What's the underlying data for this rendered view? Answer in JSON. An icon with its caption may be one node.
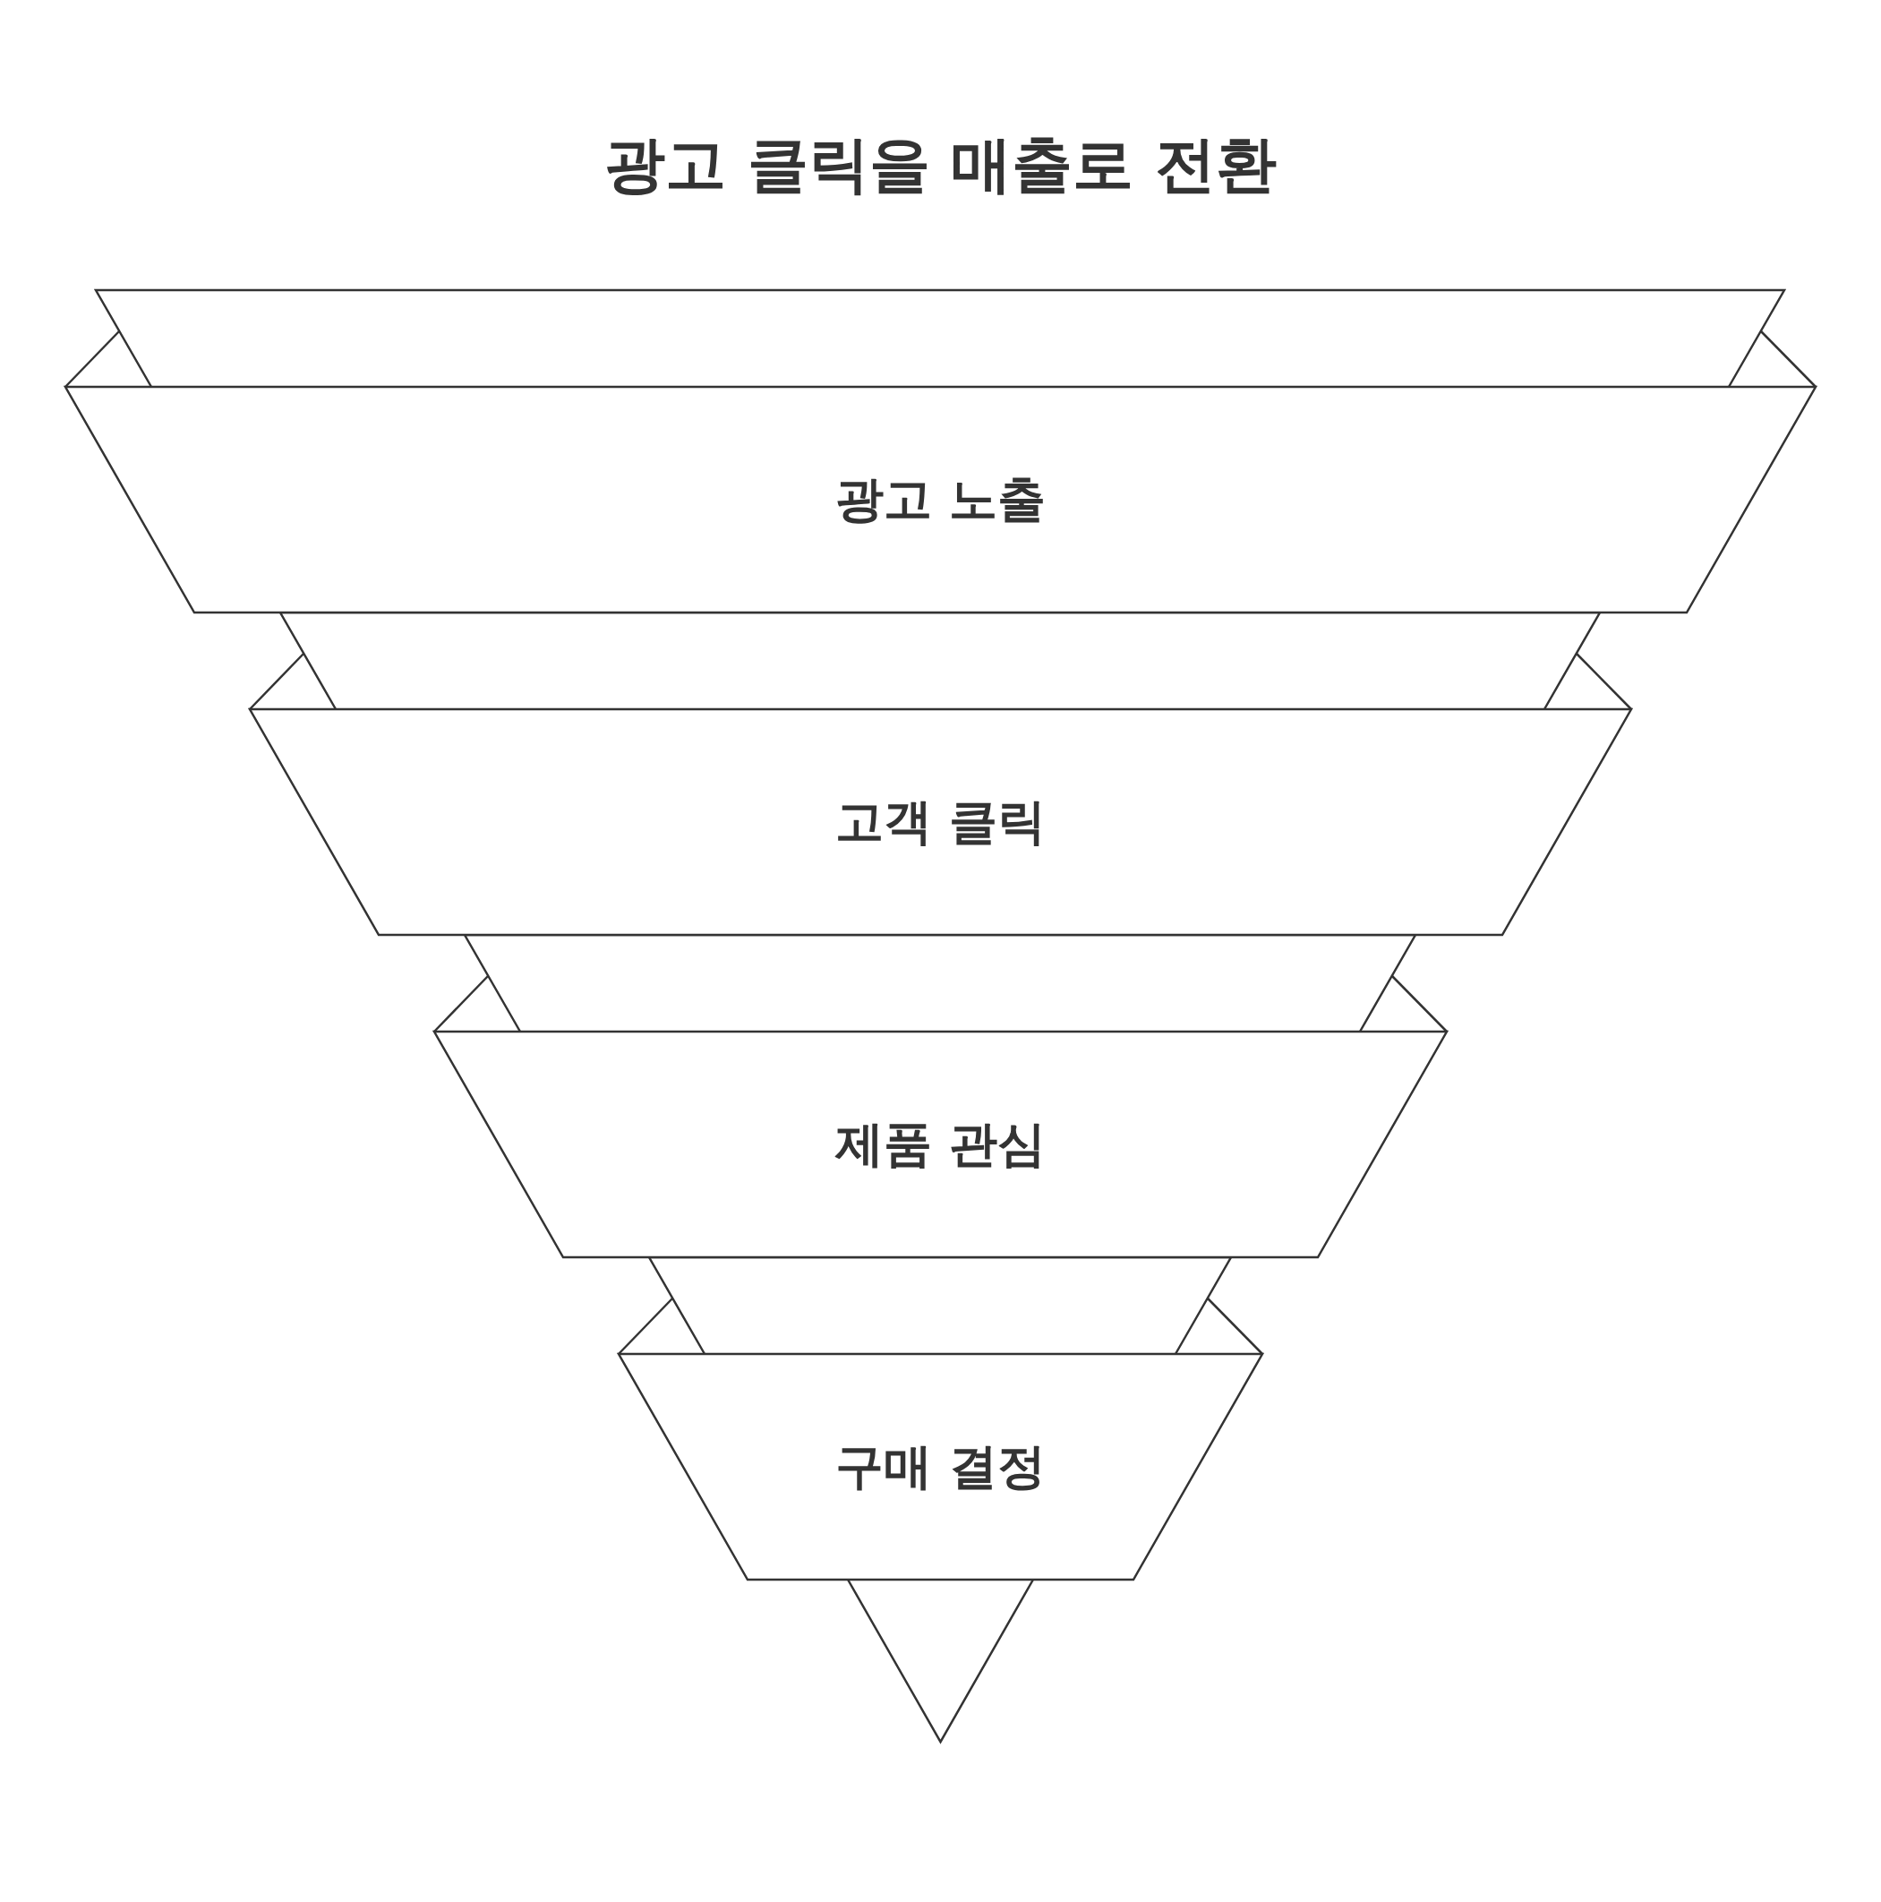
{
  "diagram": {
    "title": "광고 클릭을 매출로 전환",
    "nodes": [
      {
        "text": [
          "광고 노출"
        ]
      },
      {
        "text": [
          "고객 클릭"
        ]
      },
      {
        "text": [
          "제품 관심"
        ]
      },
      {
        "text": [
          "구매 결정"
        ]
      }
    ]
  }
}
